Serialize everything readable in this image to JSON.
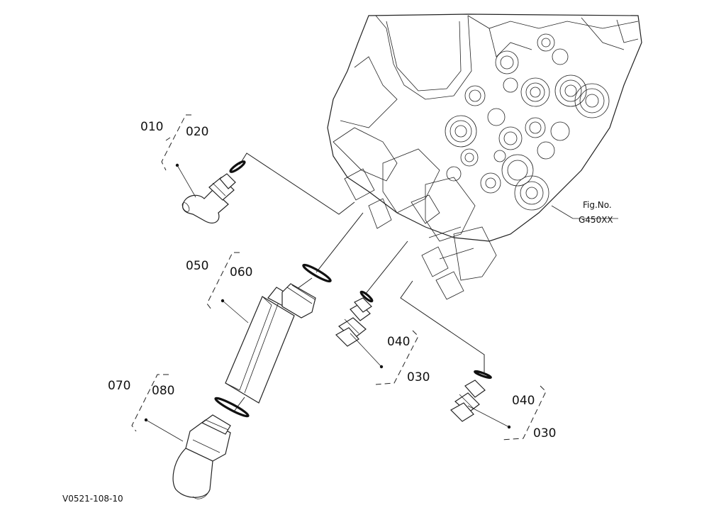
{
  "figure": {
    "fig_no_label": "Fig.No.",
    "fig_no_value": "G450XX",
    "drawing_code": "V0521-108-10"
  },
  "callouts": {
    "c010": "010",
    "c020": "020",
    "c050": "050",
    "c060": "060",
    "c070": "070",
    "c080": "080",
    "c040a": "040",
    "c030a": "030",
    "c040b": "040",
    "c030b": "030"
  }
}
